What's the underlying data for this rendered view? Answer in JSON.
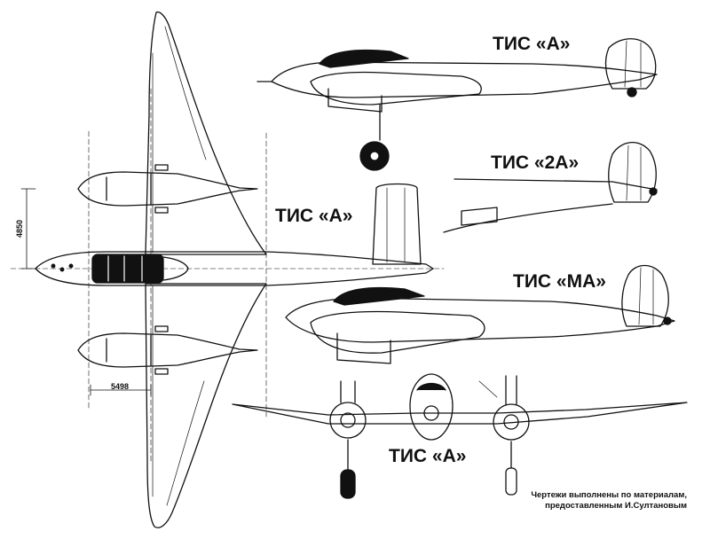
{
  "views": {
    "side_top_label": "ТИС «А»",
    "side_2a_label": "ТИС «2А»",
    "plan_label": "ТИС «А»",
    "side_ma_label": "ТИС «МА»",
    "front_label": "ТИС «А»"
  },
  "dimensions": {
    "span_dim": "4850",
    "length_dim": "5498"
  },
  "caption": {
    "line1": "Чертежи выполнены по материалам,",
    "line2": "предоставленным И.Султановым"
  }
}
